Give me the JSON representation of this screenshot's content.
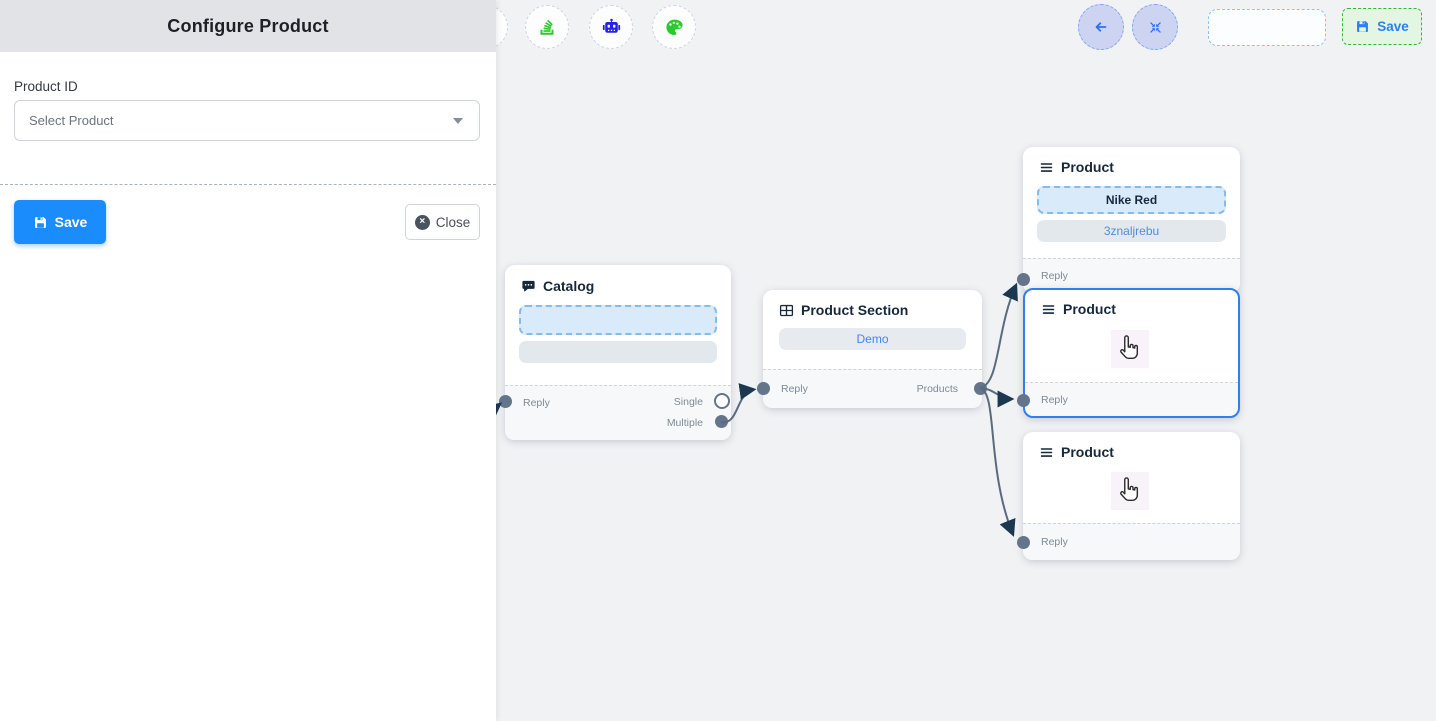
{
  "panel": {
    "title": "Configure Product",
    "product_id_label": "Product ID",
    "select_placeholder": "Select Product",
    "save_label": "Save",
    "close_label": "Close"
  },
  "toolbar": {
    "icons": [
      "stack-icon",
      "robot-icon",
      "palette-icon"
    ],
    "back": "back-arrow",
    "fit": "fit-view",
    "save_label": "Save"
  },
  "canvas": {
    "catalog": {
      "title": "Catalog",
      "reply": "Reply",
      "single": "Single",
      "multiple": "Multiple"
    },
    "product_section": {
      "title": "Product Section",
      "button": "Demo",
      "reply": "Reply",
      "products": "Products"
    },
    "product_1": {
      "title": "Product",
      "option": "Nike Red",
      "id": "3znaljrebu",
      "reply": "Reply"
    },
    "product_2": {
      "title": "Product",
      "reply": "Reply",
      "selected": true
    },
    "product_3": {
      "title": "Product",
      "reply": "Reply"
    }
  },
  "colors": {
    "accent_blue": "#1b8cfb",
    "selection_blue": "#2f80ed",
    "edge_gray": "#5a6b7d",
    "arrow_navy": "#1c3850",
    "icon_green": "#2bc92b",
    "robot_blue": "#2222e8",
    "save_green_bg": "#e2f6e2",
    "panel_header_bg": "#e2e3e6",
    "canvas_bg": "#f1f2f4"
  }
}
